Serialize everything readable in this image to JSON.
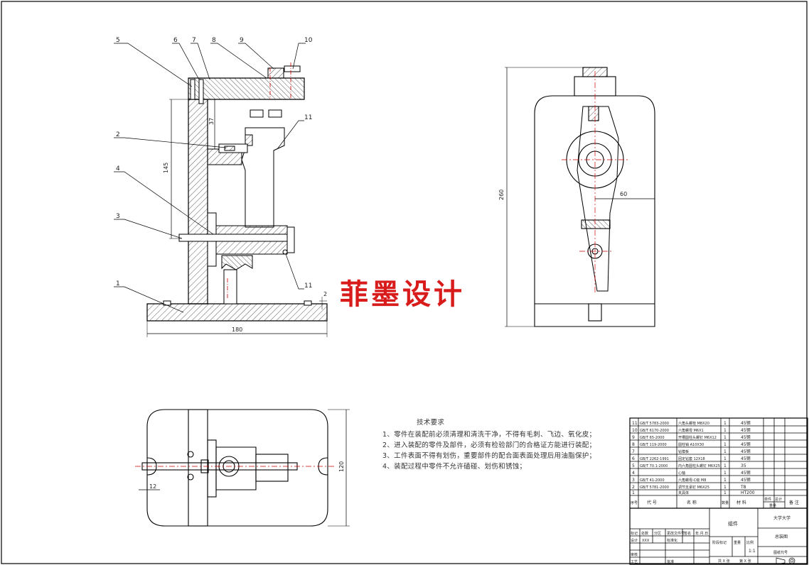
{
  "watermark": "菲墨设计",
  "balloons": [
    "1",
    "2",
    "3",
    "4",
    "5",
    "6",
    "7",
    "8",
    "9",
    "10",
    "11",
    "11"
  ],
  "dimensions": {
    "front_width": "180",
    "front_height": "145",
    "front_gap": "37",
    "front_step": "2",
    "side_height": "260",
    "side_offset": "60",
    "top_height": "120",
    "top_slot": "12"
  },
  "tech_requirements": {
    "heading": "技术要求",
    "items": [
      "1、零件在装配前必须清理和清洗干净，不得有毛刺、飞边、氧化皮；",
      "2、进入装配的零件及部件，必须有检验部门的合格证方能进行装配；",
      "3、工件表面不得有划伤，重要部件的配合面表面处理后用油脂保护；",
      "4、装配过程中零件不允许磕碰、划伤和锈蚀；"
    ]
  },
  "bom": {
    "rows": [
      {
        "no": "11",
        "code": "GB/T 5783-2000",
        "name": "六角头螺栓 M8X20",
        "qty": "1",
        "material": "45钢"
      },
      {
        "no": "10",
        "code": "GB/T 6170-2000",
        "name": "六角螺母 M6X1",
        "qty": "1",
        "material": "45钢"
      },
      {
        "no": "9",
        "code": "GB/T 65-2000",
        "name": "开槽圆柱头螺钉 M6X12",
        "qty": "1",
        "material": "45钢"
      },
      {
        "no": "8",
        "code": "GB/T 119-2000",
        "name": "圆柱销 A10X30",
        "qty": "1",
        "material": "45钢"
      },
      {
        "no": "7",
        "code": "",
        "name": "钻模板",
        "qty": "1",
        "material": "45钢"
      },
      {
        "no": "6",
        "code": "GB/T 2262-1991",
        "name": "固定钻套 12X18",
        "qty": "1",
        "material": "45钢"
      },
      {
        "no": "5",
        "code": "GB/T 70.1-2000",
        "name": "内六角圆柱头螺钉 M6X25",
        "qty": "1",
        "material": "35"
      },
      {
        "no": "4",
        "code": "",
        "name": "心轴",
        "qty": "1",
        "material": "45钢"
      },
      {
        "no": "3",
        "code": "GB/T 41-2000",
        "name": "六角螺母-C级 M8",
        "qty": "1",
        "material": "45钢"
      },
      {
        "no": "2",
        "code": "GB/T 5781-2000",
        "name": "调节支承钉 M6X25",
        "qty": "1",
        "material": "T8"
      },
      {
        "no": "1",
        "code": "",
        "name": "夹具体",
        "qty": "1",
        "material": "HT200"
      }
    ],
    "headers": {
      "no": "序号",
      "code": "代  号",
      "name": "名  称",
      "qty": "数量",
      "material": "材  料",
      "unit_weight": "单件",
      "total_weight": "总计",
      "weight": "重量",
      "remark": "备  注"
    },
    "school": "大学大学",
    "title": "组件",
    "drawing_name": "总装图",
    "scale": "1:1",
    "weight_label": "重量",
    "scale_label": "比例",
    "stage_label": "阶段标记",
    "drawing_no_label": "图纸代号",
    "sheet_total": "共 X 张",
    "sheet_no": "第 X 张",
    "marks": "标记",
    "qty_label": "处数",
    "zone_label": "分区",
    "change_label": "更改文件号",
    "sign_label": "签名",
    "date_label": "年.月.日",
    "design_label": "设计",
    "design_value": "XXX",
    "std_label": "标准化",
    "review_label": "审核",
    "process_label": "工艺",
    "approve_label": "批准"
  }
}
